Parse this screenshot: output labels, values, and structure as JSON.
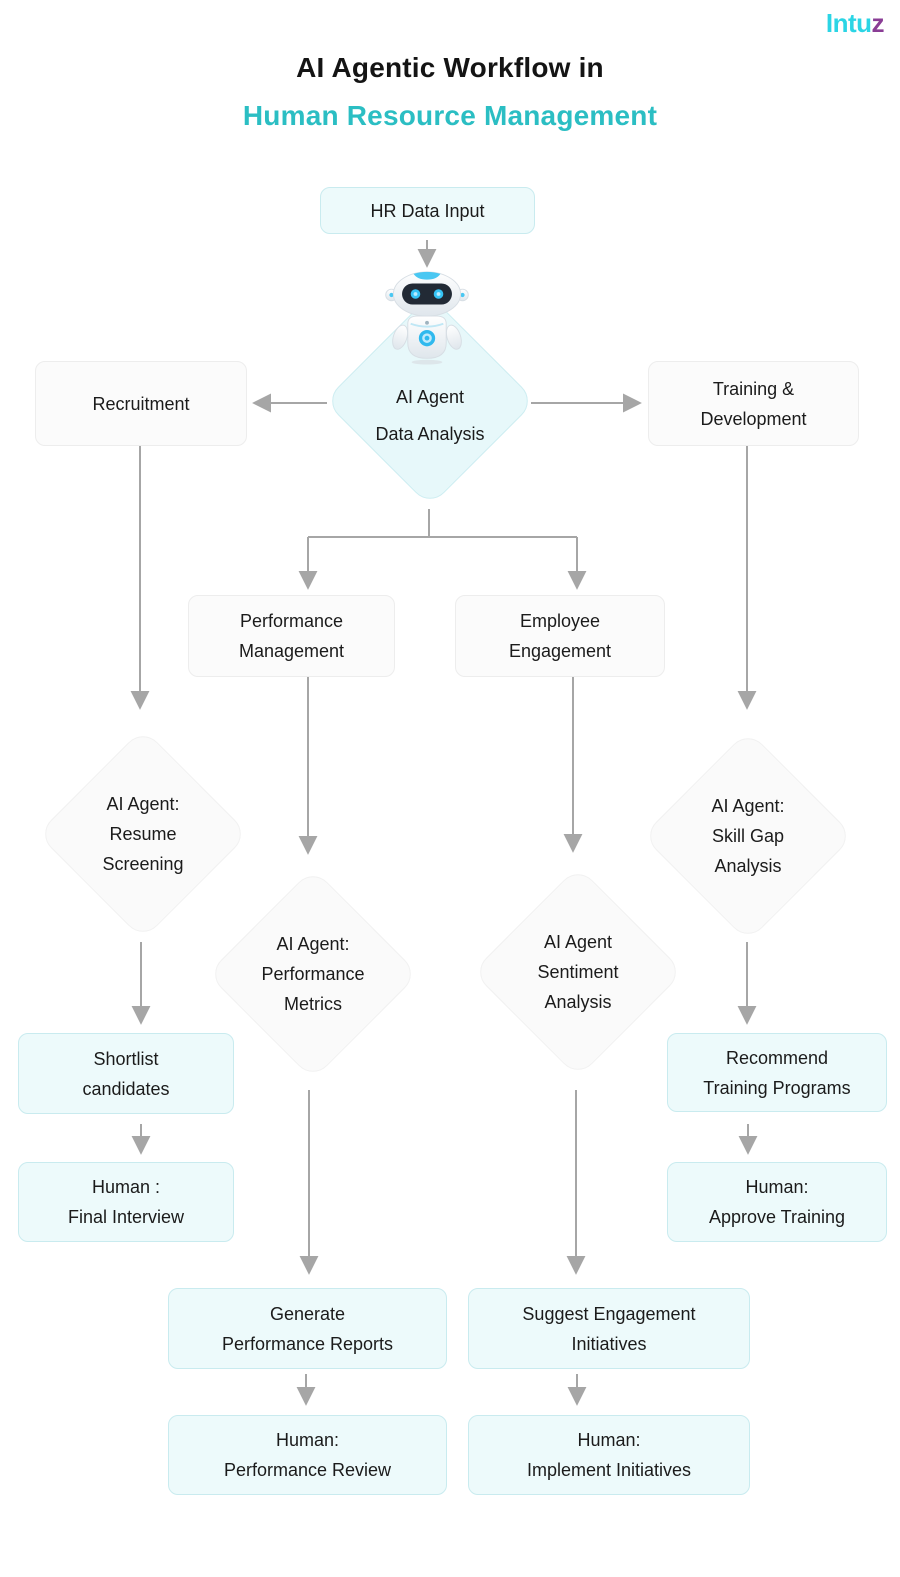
{
  "logo": {
    "part1": "Intu",
    "part2": "z"
  },
  "title": {
    "line1": "AI Agentic Workflow in",
    "line2": "Human Resource Management"
  },
  "colors": {
    "accent_teal": "#2bbec3",
    "logo_cyan": "#2bd5e5",
    "logo_purple": "#8a3d95",
    "box_cyan_bg": "#edfafb",
    "box_cyan_border": "#c9ebef",
    "box_gray_bg": "#fbfbfb",
    "box_gray_border": "#ededed",
    "diamond_cyan_bg": "#e7f8fa",
    "diamond_cyan_border": "#cdedf1",
    "arrow_gray": "#a6a6a6"
  },
  "icons": {
    "robot": "ai-robot-mascot"
  },
  "nodes": {
    "hr_data_input": {
      "lines": [
        "HR Data Input"
      ]
    },
    "ai_data_analysis": {
      "lines": [
        "AI Agent",
        "Data Analysis"
      ]
    },
    "recruitment": {
      "lines": [
        "Recruitment"
      ]
    },
    "training_development": {
      "lines": [
        "Training &",
        "Development"
      ]
    },
    "performance_management": {
      "lines": [
        "Performance",
        "Management"
      ]
    },
    "employee_engagement": {
      "lines": [
        "Employee",
        "Engagement"
      ]
    },
    "resume_screening": {
      "lines": [
        "AI Agent:",
        "Resume",
        "Screening"
      ]
    },
    "performance_metrics": {
      "lines": [
        "AI Agent:",
        "Performance",
        "Metrics"
      ]
    },
    "sentiment_analysis": {
      "lines": [
        "AI Agent",
        "Sentiment",
        "Analysis"
      ]
    },
    "skill_gap_analysis": {
      "lines": [
        "AI Agent:",
        "Skill Gap",
        "Analysis"
      ]
    },
    "shortlist_candidates": {
      "lines": [
        "Shortlist",
        "candidates"
      ]
    },
    "human_final_interview": {
      "lines": [
        "Human :",
        "Final Interview"
      ]
    },
    "recommend_training": {
      "lines": [
        "Recommend",
        "Training Programs"
      ]
    },
    "human_approve_training": {
      "lines": [
        "Human:",
        "Approve Training"
      ]
    },
    "generate_reports": {
      "lines": [
        "Generate",
        "Performance Reports"
      ]
    },
    "human_performance_review": {
      "lines": [
        "Human:",
        "Performance Review"
      ]
    },
    "suggest_initiatives": {
      "lines": [
        "Suggest Engagement",
        "Initiatives"
      ]
    },
    "human_implement_initiatives": {
      "lines": [
        "Human:",
        "Implement Initiatives"
      ]
    }
  }
}
